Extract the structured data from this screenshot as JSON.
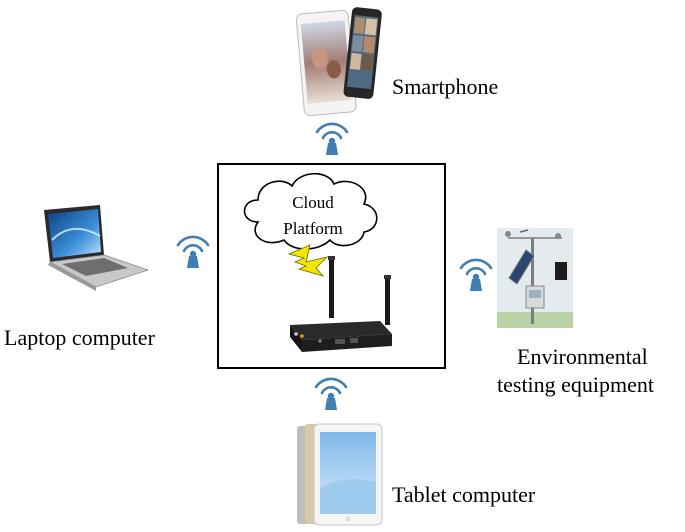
{
  "labels": {
    "smartphone": "Smartphone",
    "laptop": "Laptop computer",
    "environmental_line1": "Environmental",
    "environmental_line2": "testing equipment",
    "tablet": "Tablet computer"
  },
  "center": {
    "cloud_line1": "Cloud",
    "cloud_line2": "Platform",
    "device": "router-icon"
  },
  "icons": {
    "wifi": "wifi-signal-icon",
    "lightning": "lightning-icon"
  },
  "colors": {
    "wifi_blue": "#3f7fb2",
    "lightning_yellow": "#f3e600",
    "router_body": "#1c1c1c",
    "frame": "#000000"
  }
}
